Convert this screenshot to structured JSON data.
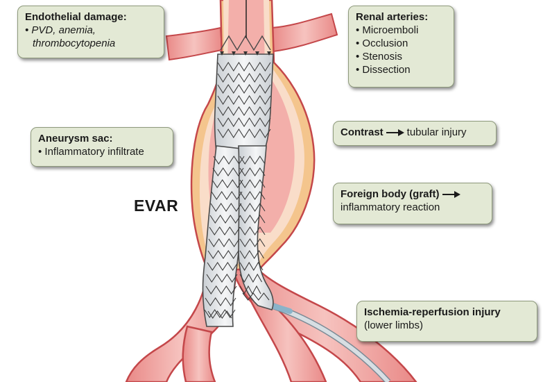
{
  "figure_label": "EVAR",
  "callouts": {
    "endothelial": {
      "title": "Endothelial damage:",
      "line1": "PVD, anemia,",
      "line2": "thrombocytopenia"
    },
    "renal": {
      "title": "Renal arteries:",
      "items": [
        "Microemboli",
        "Occlusion",
        "Stenosis",
        "Dissection"
      ]
    },
    "aneurysm": {
      "title": "Aneurysm sac:",
      "items": [
        "Inflammatory infiltrate"
      ]
    },
    "contrast": {
      "title": "Contrast",
      "rest": "tubular injury"
    },
    "foreign": {
      "title": "Foreign body (graft)",
      "line2": "inflammatory reaction"
    },
    "ischemia": {
      "title": "Ischemia-reperfusion injury",
      "line2": "(lower limbs)"
    }
  },
  "colors": {
    "vessel_fill": "#f2a7a5",
    "vessel_outline": "#c4474a",
    "sac_outer": "#f4c58d",
    "sac_inner": "#f7d9c6",
    "graft_fill": "#e9ecef",
    "graft_stroke": "#4a4a4a",
    "callout_bg": "#e3e9d5",
    "catheter": "#8ab3c9"
  }
}
